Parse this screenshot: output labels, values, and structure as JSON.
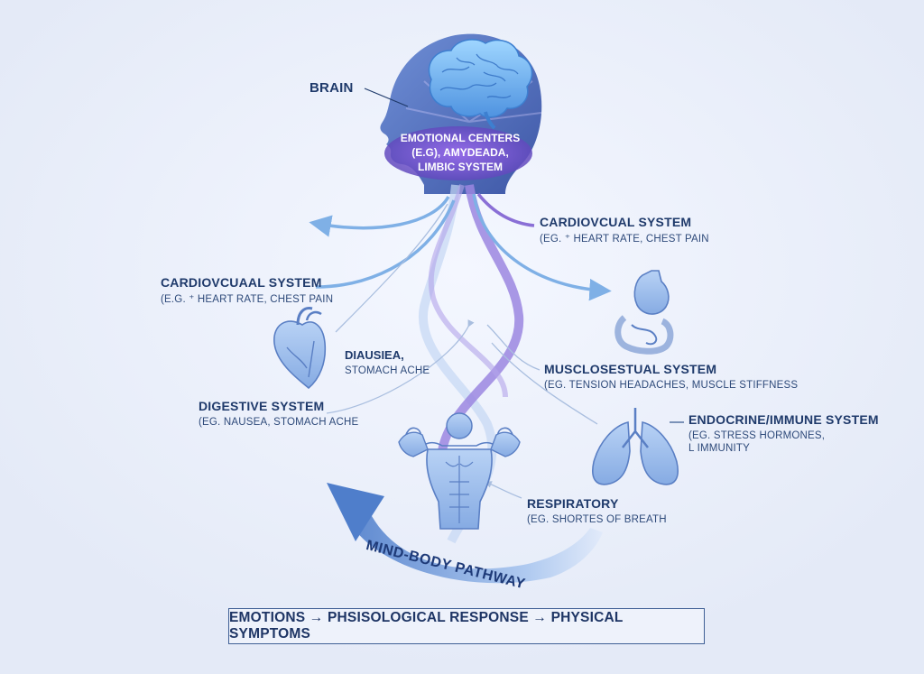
{
  "labels": {
    "brain": "BRAIN",
    "emotional_centers": [
      "EMOTIONAL CENTERS",
      "(e.g), AMYDEADA,",
      "LIMBIC SYSTEM"
    ],
    "cardio_right": {
      "title": "CARDIOVCUAL SYSTEM",
      "sub": "(eg. ⁺ HEART RATE, CHEST PAIN"
    },
    "cardio_left": {
      "title": "CARDIOVCUAAL SYSTEM",
      "sub": "(e.g. ⁺ HEART RATE, CHEST PAIN"
    },
    "diausiea": {
      "title": "DIAUSIEA,",
      "sub": "STOMACH ACHE"
    },
    "musculo": {
      "title": "MUSCLOSESTUAL SYSTEM",
      "sub": "(eg. TENSION HEADACHES, MUSCLE STIFFNESS"
    },
    "digestive": {
      "title": "DIGESTIVE SYSTEM",
      "sub": "(eg. NAUSEA, STOMACH ACHE"
    },
    "endocrine": {
      "title": "ENDOCRINE/IMMUNE SYSTEM",
      "sub1": "(eg. STRESS HORMONES,",
      "sub2": "L IMMUNITY"
    },
    "respiratory": {
      "title": "RESPIRATORY",
      "sub": "(eg. SHORTES OF BREATH"
    },
    "pathway": "MIND-BODY PATHWAY",
    "formula": "EMOTIONS → PHSISOLOGICAL RESPONSE → PHYSICAL SYMPTOMS"
  },
  "colors": {
    "background": "#e9eef9",
    "head": "#4f6fb8",
    "brain": "#6fb4ec",
    "emotional_glow": "#7a4fd0",
    "pathway_strand_purple": "#9b86e0",
    "pathway_strand_blue": "#9ecbf1",
    "arrow": "#7fb0e6",
    "organs": "#9fbfed",
    "text": "#1f3a6b"
  },
  "icons": [
    "head-silhouette",
    "brain-icon",
    "heart-icon",
    "stomach-icon",
    "lungs-icon",
    "body-figure-icon"
  ]
}
